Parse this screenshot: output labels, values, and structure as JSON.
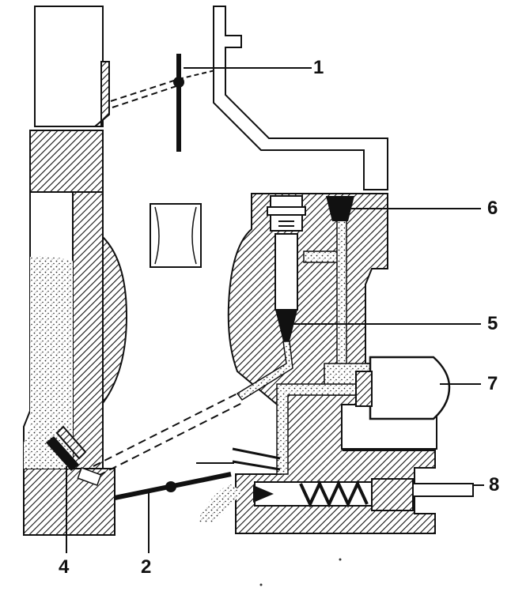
{
  "callouts": {
    "c1": "1",
    "c2": "2",
    "c4": "4",
    "c5": "5",
    "c6": "6",
    "c7": "7",
    "c8": "8"
  },
  "colors": {
    "ink": "#111111",
    "paper": "#ffffff",
    "sand": "#e6e6e6"
  }
}
